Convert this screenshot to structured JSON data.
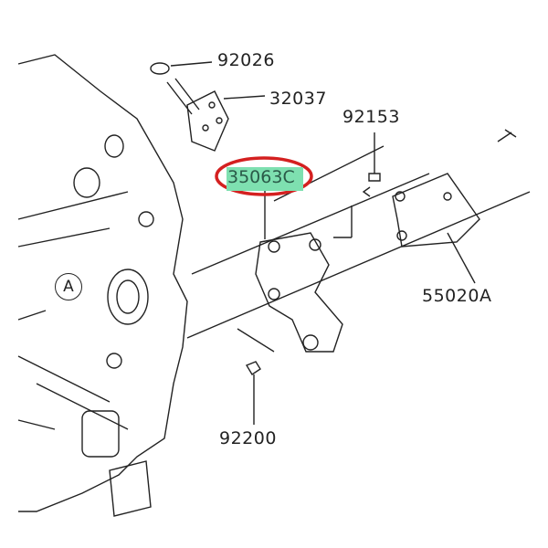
{
  "diagram": {
    "highlight_color": "#7ee0b0",
    "ellipse_color": "#d42020",
    "parts": [
      {
        "id": "92026"
      },
      {
        "id": "32037"
      },
      {
        "id": "92153"
      },
      {
        "id": "35063C",
        "highlighted": true
      },
      {
        "id": "55020A"
      },
      {
        "id": "92200"
      }
    ],
    "reference_marker": "A"
  }
}
